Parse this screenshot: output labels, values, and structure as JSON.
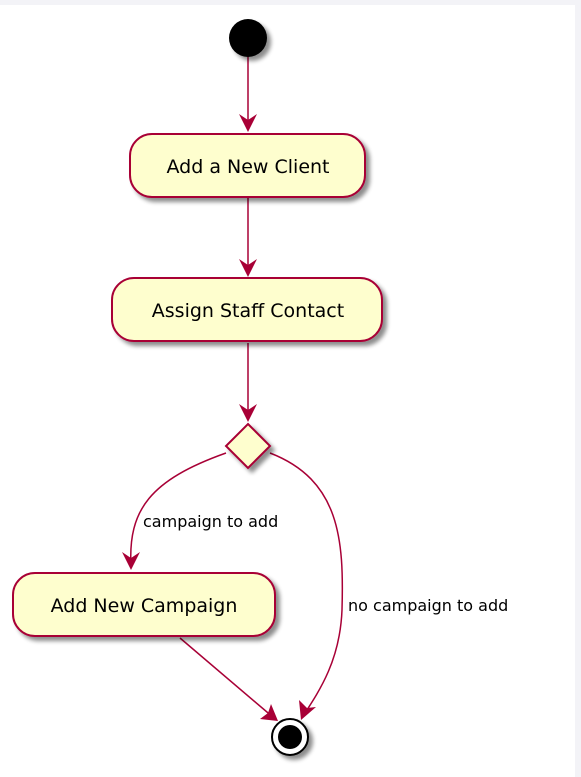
{
  "diagram": {
    "type": "activity",
    "colors": {
      "background": "#ffffff",
      "frame": "#f3f3f7",
      "node_fill": "#fefece",
      "node_border": "#a80036",
      "edge": "#a80036",
      "start_end": "#000000",
      "shadow": "#a0a0a0"
    },
    "nodes": {
      "start": {
        "kind": "start"
      },
      "add_client": {
        "kind": "action",
        "label": "Add a New Client"
      },
      "assign_staff": {
        "kind": "action",
        "label": "Assign Staff Contact"
      },
      "decision": {
        "kind": "decision"
      },
      "add_campaign": {
        "kind": "action",
        "label": "Add New Campaign"
      },
      "end": {
        "kind": "end"
      }
    },
    "edges": [
      {
        "from": "start",
        "to": "add_client",
        "label": ""
      },
      {
        "from": "add_client",
        "to": "assign_staff",
        "label": ""
      },
      {
        "from": "assign_staff",
        "to": "decision",
        "label": ""
      },
      {
        "from": "decision",
        "to": "add_campaign",
        "label": "campaign to add"
      },
      {
        "from": "decision",
        "to": "end",
        "label": "no campaign to add"
      },
      {
        "from": "add_campaign",
        "to": "end",
        "label": ""
      }
    ]
  }
}
